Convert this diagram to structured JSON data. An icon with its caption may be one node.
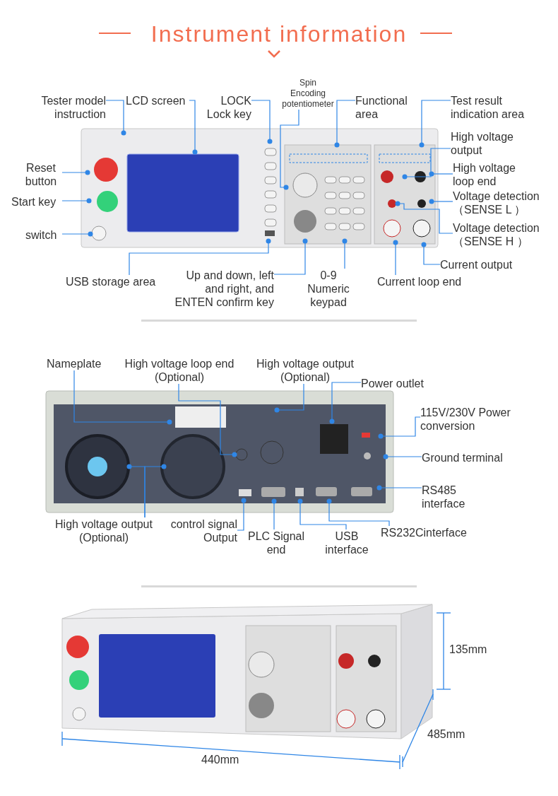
{
  "diagram": {
    "title": "Instrument information",
    "nodes": [
      {
        "text": [
          "Tester model instruction"
        ]
      },
      {
        "text": [
          "LCD screen"
        ]
      },
      {
        "text": [
          "LOCK Lock key"
        ]
      },
      {
        "text": [
          "Spin Encoding potentiometer"
        ]
      },
      {
        "text": [
          "Functional area"
        ]
      },
      {
        "text": [
          "Test result indication area"
        ]
      },
      {
        "text": [
          "Reset button"
        ]
      },
      {
        "text": [
          "Start key"
        ]
      },
      {
        "text": [
          "switch"
        ]
      },
      {
        "text": [
          "High voltage output"
        ]
      },
      {
        "text": [
          "High voltage loop end"
        ]
      },
      {
        "text": [
          "Voltage detection （SENSE L ）"
        ]
      },
      {
        "text": [
          "Voltage detection （SENSE H ）"
        ]
      },
      {
        "text": [
          "USB storage area"
        ]
      },
      {
        "text": [
          "Up and down, left and right, and ENTEN confirm key"
        ]
      },
      {
        "text": [
          "0-9 Numeric keypad"
        ]
      },
      {
        "text": [
          "Current loop end"
        ]
      },
      {
        "text": [
          "Current output"
        ]
      },
      {
        "text": [
          "Nameplate"
        ]
      },
      {
        "text": [
          "High voltage loop end (Optional)"
        ]
      },
      {
        "text": [
          "High voltage output (Optional)"
        ]
      },
      {
        "text": [
          "Power outlet"
        ]
      },
      {
        "text": [
          "115V/230V Power conversion"
        ]
      },
      {
        "text": [
          "Ground terminal"
        ]
      },
      {
        "text": [
          "RS485 interface"
        ]
      },
      {
        "text": [
          "High voltage output (Optional)"
        ]
      },
      {
        "text": [
          "control signal Output"
        ]
      },
      {
        "text": [
          "PLC Signal end"
        ]
      },
      {
        "text": [
          "USB interface"
        ]
      },
      {
        "text": [
          "RS232Cinterface"
        ]
      }
    ],
    "edges": [
      {
        "from": 0,
        "to": null,
        "arrow": "other"
      },
      {
        "from": 1,
        "to": null,
        "arrow": "other"
      },
      {
        "from": 2,
        "to": null,
        "arrow": "other"
      },
      {
        "from": 3,
        "to": null,
        "arrow": "other"
      },
      {
        "from": 4,
        "to": null,
        "arrow": "other"
      },
      {
        "from": 5,
        "to": null,
        "arrow": "other"
      },
      {
        "from": 6,
        "to": null,
        "arrow": "other"
      },
      {
        "from": 7,
        "to": null,
        "arrow": "other"
      },
      {
        "from": 8,
        "to": null,
        "arrow": "other"
      },
      {
        "from": 9,
        "to": null,
        "arrow": "other"
      },
      {
        "from": 10,
        "to": null,
        "arrow": "other"
      },
      {
        "from": 11,
        "to": null,
        "arrow": "other"
      },
      {
        "from": 12,
        "to": null,
        "arrow": "other"
      },
      {
        "from": 13,
        "to": null,
        "arrow": "other"
      },
      {
        "from": 14,
        "to": null,
        "arrow": "other"
      },
      {
        "from": 15,
        "to": null,
        "arrow": "other"
      },
      {
        "from": 16,
        "to": null,
        "arrow": "other"
      },
      {
        "from": 17,
        "to": null,
        "arrow": "other"
      },
      {
        "from": 18,
        "to": null,
        "arrow": "other"
      },
      {
        "from": 19,
        "to": null,
        "arrow": "other"
      },
      {
        "from": 20,
        "to": null,
        "arrow": "other"
      },
      {
        "from": 21,
        "to": null,
        "arrow": "other"
      },
      {
        "from": 22,
        "to": null,
        "arrow": "other"
      },
      {
        "from": 23,
        "to": null,
        "arrow": "other"
      },
      {
        "from": 24,
        "to": null,
        "arrow": "other"
      },
      {
        "from": 25,
        "to": null,
        "arrow": "other"
      },
      {
        "from": 25,
        "to": null,
        "arrow": "other"
      },
      {
        "from": 26,
        "to": null,
        "arrow": "other"
      },
      {
        "from": 27,
        "to": null,
        "arrow": "other"
      },
      {
        "from": 28,
        "to": null,
        "arrow": "other"
      },
      {
        "from": 29,
        "to": null,
        "arrow": "other"
      }
    ],
    "labels": [
      "135mm",
      "485mm",
      "440mm"
    ]
  }
}
